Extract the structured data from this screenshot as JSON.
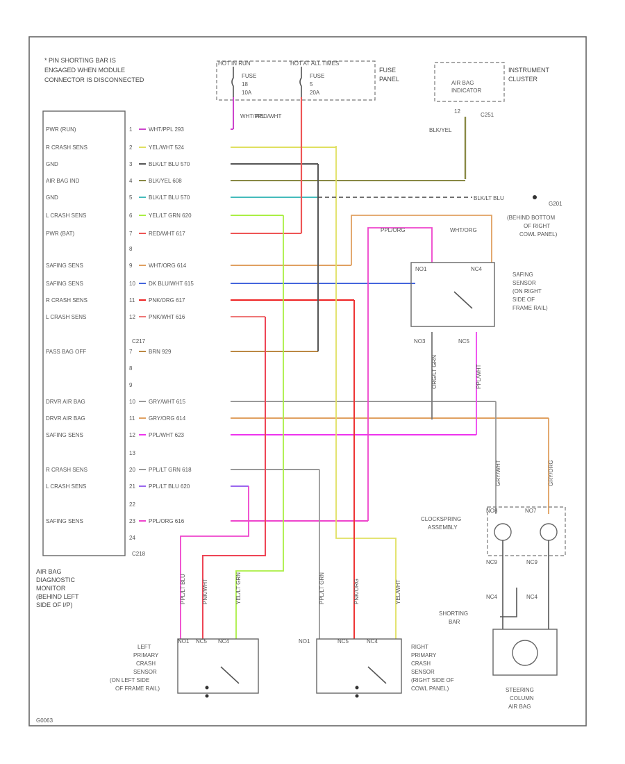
{
  "notes": {
    "top_left": [
      "* PIN SHORTING BAR IS",
      "ENGAGED WHEN MODULE",
      "CONNECTOR IS DISCONNECTED"
    ],
    "bottom_left": "G0063"
  },
  "monitor": {
    "title_lines": [
      "AIR BAG",
      "DIAGNOSTIC",
      "MONITOR",
      "(BEHIND LEFT",
      "SIDE OF I/P)"
    ],
    "pin_labels": [
      "PWR (RUN)",
      "R CRASH SENS",
      "GND",
      "AIR BAG IND",
      "GND",
      "L CRASH SENS",
      "PWR (BAT)",
      "SAFING SENS",
      "SAFING SENS",
      "R CRASH SENS",
      "L CRASH SENS",
      "PASS BAG OFF",
      "DRVR AIR BAG",
      "DRVR AIR BAG",
      "SAFING SENS",
      "R CRASH SENS",
      "L CRASH SENS",
      "SAFING SENS"
    ],
    "connectors": [
      "C217",
      "C218"
    ]
  },
  "fuse_panel": {
    "label": [
      "FUSE",
      "PANEL"
    ],
    "hot_run": "HOT IN RUN",
    "hot_all": "HOT AT ALL TIMES",
    "fuse_a": [
      "FUSE",
      "18",
      "10A"
    ],
    "fuse_b": [
      "FUSE",
      "5",
      "20A"
    ]
  },
  "cluster": {
    "label": [
      "INSTRUMENT",
      "CLUSTER"
    ],
    "indicator": [
      "AIR BAG",
      "INDICATOR"
    ],
    "pin": "12",
    "connector": "C251"
  },
  "ground": {
    "wire": "BLK/LT BLU",
    "id": "G201",
    "location": [
      "(BEHIND BOTTOM",
      "OF RIGHT",
      "COWL PANEL)"
    ]
  },
  "wires": [
    {
      "pin": "1",
      "label": "WHT/PPL  293",
      "color": "#cc44cc"
    },
    {
      "pin": "2",
      "label": "YEL/WHT  524",
      "color": "#e0e060"
    },
    {
      "pin": "3",
      "label": "BLK/LT BLU  570",
      "color": "#555555"
    },
    {
      "pin": "4",
      "label": "BLK/YEL  608",
      "color": "#888844"
    },
    {
      "pin": "5",
      "label": "BLK/LT BLU  570",
      "color": "#44bbbb"
    },
    {
      "pin": "6",
      "label": "YEL/LT GRN  620",
      "color": "#aaee44"
    },
    {
      "pin": "7",
      "label": "RED/WHT  617",
      "color": "#ee5555"
    },
    {
      "pin": "8",
      "label": "",
      "color": ""
    },
    {
      "pin": "9",
      "label": "WHT/ORG  614",
      "color": "#e0a060"
    },
    {
      "pin": "10",
      "label": "DK BLU/WHT  615",
      "color": "#4466dd"
    },
    {
      "pin": "11",
      "label": "PNK/ORG  617",
      "color": "#ee2222"
    },
    {
      "pin": "12",
      "label": "PNK/WHT  616",
      "color": "#ee7777"
    },
    {
      "pin": "7",
      "label": "BRN  929",
      "color": "#bb8844"
    },
    {
      "pin": "8",
      "label": "",
      "color": ""
    },
    {
      "pin": "9",
      "label": "",
      "color": ""
    },
    {
      "pin": "10",
      "label": "GRY/WHT  615",
      "color": "#999999"
    },
    {
      "pin": "11",
      "label": "GRY/ORG  614",
      "color": "#e0a060"
    },
    {
      "pin": "12",
      "label": "PPL/WHT  623",
      "color": "#ee33ee"
    },
    {
      "pin": "13",
      "label": "",
      "color": ""
    },
    {
      "pin": "20",
      "label": "PPL/LT GRN  618",
      "color": "#999999"
    },
    {
      "pin": "21",
      "label": "PPL/LT BLU  620",
      "color": "#9966ee"
    },
    {
      "pin": "22",
      "label": "",
      "color": ""
    },
    {
      "pin": "23",
      "label": "PPL/ORG  616",
      "color": "#ee44cc"
    },
    {
      "pin": "24",
      "label": "",
      "color": ""
    }
  ],
  "vertical_labels": {
    "fuse_a_wire": "WHT/PPL",
    "fuse_b_wire": "RED/WHT",
    "cluster_wire": "BLK/YEL",
    "safing_ppl_org": "PPL/ORG",
    "safing_wht_org": "WHT/ORG",
    "safing_org_lt_grn": "ORG/LT GRN",
    "safing_ppl_wht": "PPL/WHT",
    "clock_gry_wht": "GRY/WHT",
    "clock_gry_org": "GRY/ORG",
    "left_1": "PPL/LT BLU",
    "left_2": "PNK/WHT",
    "left_3": "YEL/LT GRN",
    "right_1": "PPL/LT GRN",
    "right_2": "PNK/ORG",
    "right_3": "YEL/WHT"
  },
  "safing_sensor": {
    "label": [
      "SAFING",
      "SENSOR",
      "(ON RIGHT",
      "SIDE OF",
      "FRAME RAIL)"
    ],
    "pins_top": [
      "NO1",
      "NC4"
    ],
    "pins_bottom": [
      "NO3",
      "NC5"
    ]
  },
  "clockspring": {
    "label": [
      "CLOCKSPRING",
      "ASSEMBLY"
    ],
    "pins_top": [
      "NO8",
      "NO7"
    ],
    "pins_mid": [
      "NC9",
      "NC9"
    ],
    "pins_low": [
      "NC4",
      "NC4"
    ]
  },
  "shorting_bar": [
    "SHORTING",
    "BAR"
  ],
  "steering_airbag": [
    "STEERING",
    "COLUMN",
    "AIR BAG"
  ],
  "left_sensor": {
    "label": [
      "LEFT",
      "PRIMARY",
      "CRASH",
      "SENSOR",
      "(ON LEFT SIDE",
      "OF FRAME RAIL)"
    ],
    "pins": [
      "NO1",
      "NC5",
      "NC4"
    ]
  },
  "right_sensor": {
    "label": [
      "RIGHT",
      "PRIMARY",
      "CRASH",
      "SENSOR",
      "(RIGHT SIDE OF",
      "COWL PANEL)"
    ],
    "pins": [
      "NO1",
      "NC5",
      "NC4"
    ]
  }
}
